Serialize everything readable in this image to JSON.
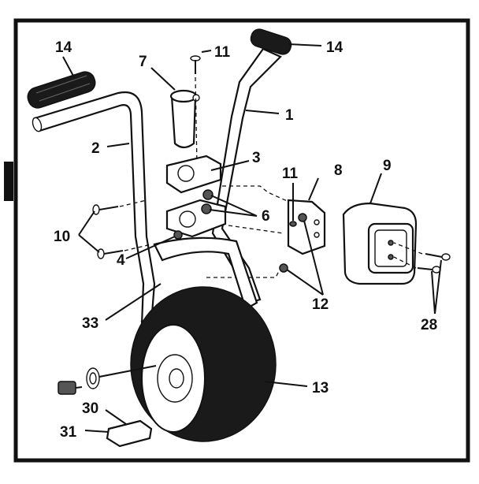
{
  "labels": {
    "p1": "1",
    "p2": "2",
    "p3": "3",
    "p4": "4",
    "p6": "6",
    "p7": "7",
    "p8": "8",
    "p9": "9",
    "p10": "10",
    "p11a": "11",
    "p11b": "11",
    "p12": "12",
    "p13": "13",
    "p14a": "14",
    "p14b": "14",
    "p28": "28",
    "p30": "30",
    "p31": "31",
    "p33": "33"
  }
}
